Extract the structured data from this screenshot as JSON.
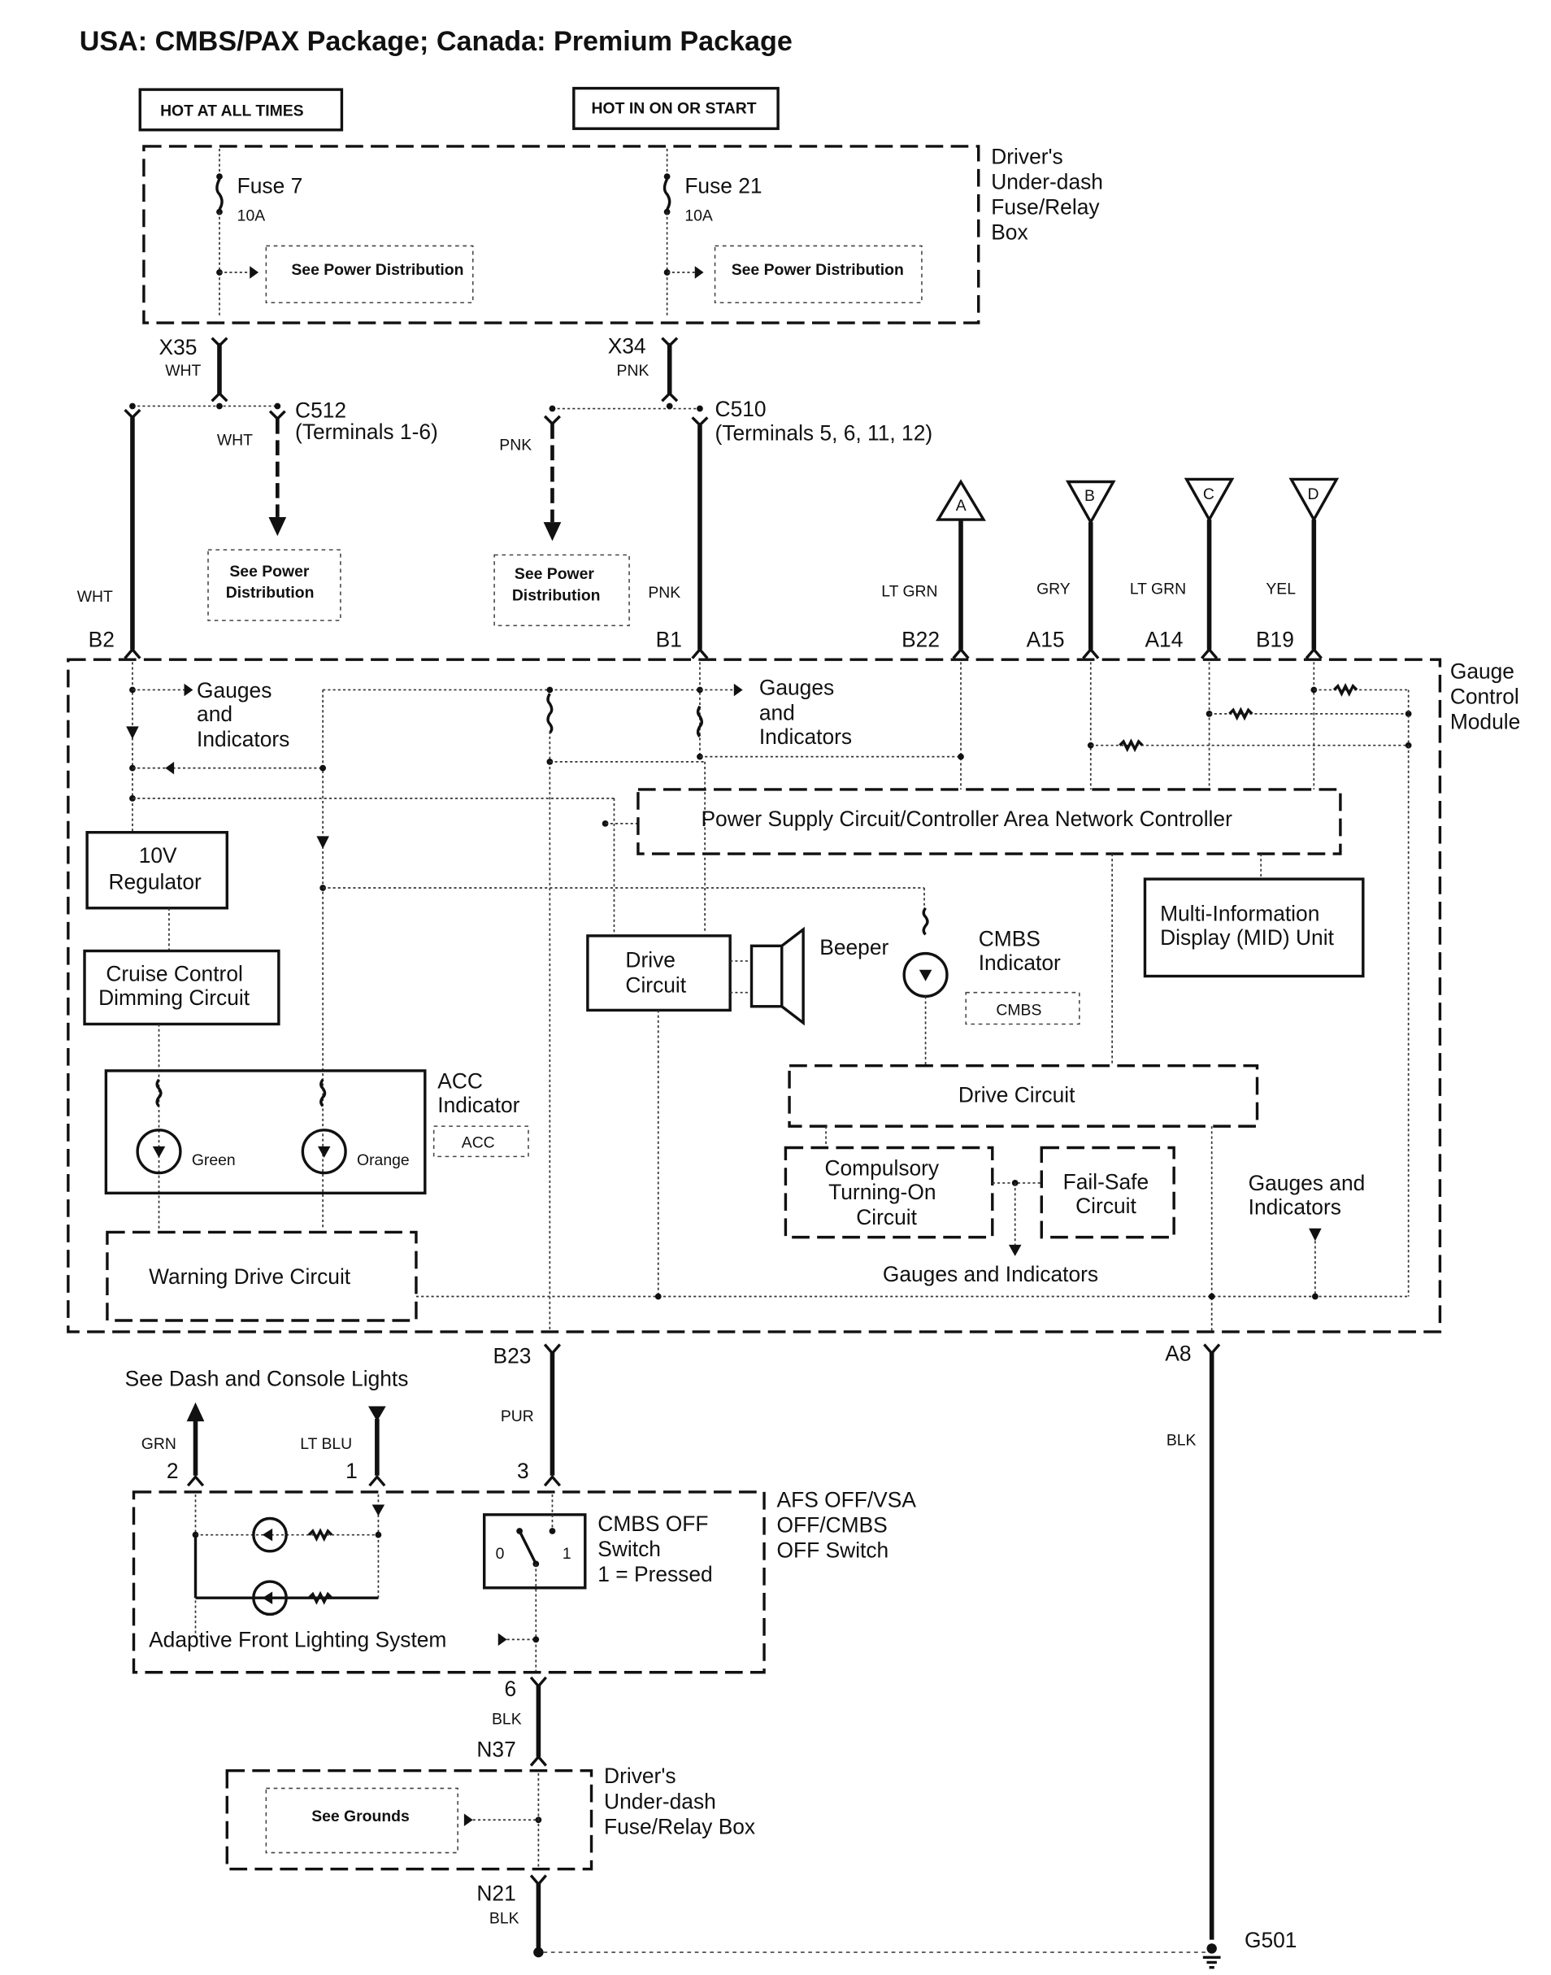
{
  "title": "USA: CMBS/PAX Package; Canada: Premium Package",
  "power_labels": {
    "hot_all": "HOT AT ALL TIMES",
    "hot_on": "HOT IN ON OR START"
  },
  "fuse_box_top": {
    "name_lines": [
      "Driver's",
      "Under-dash",
      "Fuse/Relay",
      "Box"
    ],
    "fuse7": {
      "name": "Fuse 7",
      "rating": "10A"
    },
    "fuse21": {
      "name": "Fuse 21",
      "rating": "10A"
    },
    "see_power": "See Power Distribution"
  },
  "connectors": {
    "x35": "X35",
    "x35_wire": "WHT",
    "x34": "X34",
    "x34_wire": "PNK",
    "c512": "C512",
    "c512_terms": "(Terminals 1-6)",
    "c510": "C510",
    "c510_terms": "(Terminals 5, 6, 11, 12)",
    "wht_branch": "WHT",
    "pnk_branch": "PNK",
    "see_power_lines": [
      "See Power",
      "Distribution"
    ],
    "b2_wire": "WHT",
    "b1_wire": "PNK"
  },
  "offpage": [
    {
      "letter": "A",
      "wire": "LT GRN",
      "pin": "B22"
    },
    {
      "letter": "B",
      "wire": "GRY",
      "pin": "A15"
    },
    {
      "letter": "C",
      "wire": "LT GRN",
      "pin": "A14"
    },
    {
      "letter": "D",
      "wire": "YEL",
      "pin": "B19"
    }
  ],
  "gcm": {
    "name_lines": [
      "Gauge",
      "Control",
      "Module"
    ],
    "pin_b2": "B2",
    "pin_b1": "B1",
    "pin_b23": "B23",
    "pin_a8": "A8",
    "gauges_lines": [
      "Gauges",
      "and",
      "Indicators"
    ],
    "power_supply": "Power Supply Circuit/Controller Area Network Controller",
    "regulator_lines": [
      "10V",
      "Regulator"
    ],
    "cruise_lines": [
      "Cruise Control",
      "Dimming Circuit"
    ],
    "acc_title_lines": [
      "ACC",
      "Indicator"
    ],
    "acc_tag": "ACC",
    "green": "Green",
    "orange": "Orange",
    "warning_drive": "Warning Drive Circuit",
    "drive_circuit_lines": [
      "Drive",
      "Circuit"
    ],
    "beeper": "Beeper",
    "cmbs_indicator_lines": [
      "CMBS",
      "Indicator"
    ],
    "cmbs_tag": "CMBS",
    "mid_lines": [
      "Multi-Information",
      "Display (MID) Unit"
    ],
    "drive_circuit2": "Drive Circuit",
    "compulsory_lines": [
      "Compulsory",
      "Turning-On",
      "Circuit"
    ],
    "failsafe_lines": [
      "Fail-Safe",
      "Circuit"
    ],
    "gauges_bottom": "Gauges and Indicators",
    "gauges_right_lines": [
      "Gauges and",
      "Indicators"
    ]
  },
  "switch": {
    "see_dash": "See Dash and Console Lights",
    "pin2": "2",
    "pin2_wire": "GRN",
    "pin1": "1",
    "pin1_wire": "LT BLU",
    "pin3": "3",
    "b23_wire": "PUR",
    "name_lines": [
      "AFS OFF/VSA",
      "OFF/CMBS",
      "OFF Switch"
    ],
    "cmbs_off_lines": [
      "CMBS OFF",
      "Switch",
      "1 = Pressed"
    ],
    "pos0": "0",
    "pos1": "1",
    "afs": "Adaptive Front Lighting System",
    "pin6": "6",
    "pin6_wire": "BLK"
  },
  "ground": {
    "n37": "N37",
    "box_lines": [
      "Driver's",
      "Under-dash",
      "Fuse/Relay Box"
    ],
    "see_grounds": "See Grounds",
    "n21": "N21",
    "n21_wire": "BLK",
    "a8_wire": "BLK",
    "g501": "G501"
  }
}
